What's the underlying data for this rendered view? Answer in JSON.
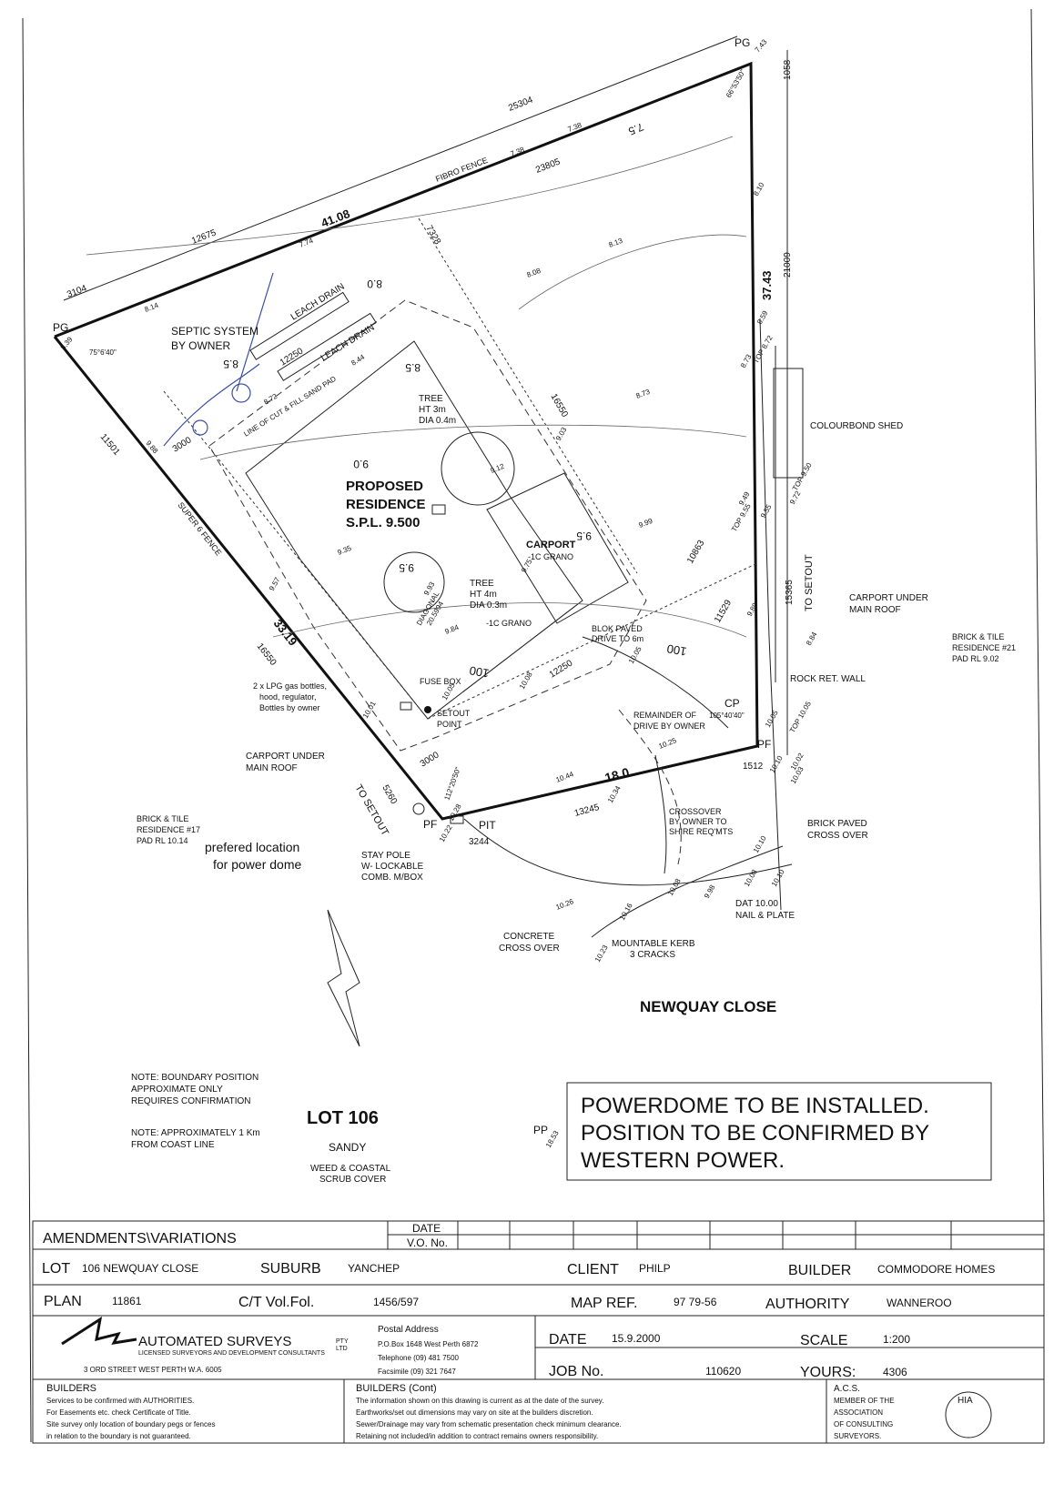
{
  "plan": {
    "labels": {
      "pg_top": "PG",
      "pg_left": "PG",
      "d_743": "7.43",
      "d_1058": "1058",
      "d_25304": "25304",
      "angle_ne": "66°53'50\"",
      "fibro_fence": "FIBRO FENCE",
      "d_738a": "7.38",
      "d_738b": "7.38",
      "d_23805": "23805",
      "c_75": "7.5",
      "d_41_08": "41.08",
      "d_774": "7.74",
      "d_12675": "12675",
      "d_7328": "7328",
      "d_3104": "3104",
      "d_814": "8.14",
      "d_839": "8.39",
      "angle_nw": "75°6'40\"",
      "c_80": "8.0",
      "leach_drain_1": "LEACH DRAIN",
      "leach_drain_2": "LEACH DRAIN",
      "septic_1": "SEPTIC SYSTEM",
      "septic_2": "BY OWNER",
      "c_85a": "8.5",
      "d_12250a": "12250",
      "c_85b": "8.5",
      "d_844": "8.44",
      "d_872": "8.72",
      "cut_fill": "LINE OF CUT & FILL SAND PAD",
      "tree1_1": "TREE",
      "tree1_2": "HT 3m",
      "tree1_3": "DIA 0.4m",
      "c_90": "9.0",
      "res_1": "PROPOSED",
      "res_2": "RESIDENCE",
      "res_3": "S.P.L. 9.500",
      "d_11501": "11501",
      "d_988": "9.88",
      "d_3000a": "3000",
      "super6": "SUPER 6 FENCE",
      "d_808": "8.08",
      "d_813": "8.13",
      "d_810": "8.10",
      "d_37_43": "37.43",
      "d_21009": "21009",
      "d_859": "8.59",
      "d_873a": "8.73",
      "top_872": "TOP 8.72",
      "d_873b": "8.73",
      "d_16550a": "16550",
      "d_903": "9.03",
      "colourbond": "COLOURBOND SHED",
      "d_912": "9.12",
      "carport_1": "CARPORT",
      "carport_2": "-1C GRANO",
      "c_95a": "9.5",
      "d_949": "9.49",
      "top_950": "TOP 9.50",
      "top_955": "TOP 9.55",
      "d_955": "9.55",
      "d_972": "9.72",
      "d_999": "9.99",
      "d_10863": "10863",
      "d_935": "9.35",
      "d_975": "9.75",
      "d_993": "9.93",
      "diagonal": "DIAGONAL",
      "d_20594": "20.5994",
      "c_95b": "9.5",
      "tree2_1": "TREE",
      "tree2_2": "HT 4m",
      "tree2_3": "DIA 0.3m",
      "grano2": "-1C GRANO",
      "d_984": "9.84",
      "blok_1": "BLOK PAVED",
      "blok_2": "DRIVE TO 6m",
      "c_100a": "100",
      "d_1005": "10.05",
      "d_11529": "11529",
      "d_989": "9.89",
      "d_15365": "15365",
      "to_setout_r": "TO SETOUT",
      "carport_um_r1": "CARPORT UNDER",
      "carport_um_r2": "MAIN ROOF",
      "bt21_1": "BRICK & TILE",
      "bt21_2": "RESIDENCE #21",
      "bt21_3": "PAD RL 9.02",
      "d_984b": "8.84",
      "rock_wall": "ROCK RET. WALL",
      "d_33_19": "33.19",
      "d_16550b": "16550",
      "d_957": "9.57",
      "lpg_1": "2 x LPG gas bottles,",
      "lpg_2": "hood, regulator,",
      "lpg_3": "Bottles by owner",
      "fusebox": "FUSE BOX",
      "d_1005b": "10.05",
      "c_100b": "100",
      "d_1008": "10.08",
      "d_12250b": "12250",
      "setout_1": "SETOUT",
      "setout_2": "POINT",
      "d_1001": "10.01",
      "remainder_1": "REMAINDER OF",
      "remainder_2": "DRIVE BY OWNER",
      "cp": "CP",
      "angle_e": "105°40'40\"",
      "d_1005c": "10.05",
      "top_1005": "TOP 10.05",
      "pf_r": "PF",
      "d_1025": "10.25",
      "carport_um_l1": "CARPORT UNDER",
      "carport_um_l2": "MAIN ROOF",
      "d_3000b": "3000",
      "d_1044": "10.44",
      "d_18_0": "18.0",
      "d_1512": "1512",
      "d_1010": "10.10",
      "d_1002": "10.02",
      "d_1003": "10.03",
      "to_setout_l": "TO SETOUT",
      "d_5260": "5260",
      "angle_s": "112°20'50\"",
      "d_1028": "10.28",
      "d_13245": "13245",
      "d_1034": "10.34",
      "pf_l": "PF",
      "pit": "PIT",
      "d_1022": "10.22",
      "d_3244": "3244",
      "crossover_1": "CROSSOVER",
      "crossover_2": "BY OWNER TO",
      "crossover_3": "SHIRE REQ'MTS",
      "bp_1": "BRICK PAVED",
      "bp_2": "CROSS OVER",
      "bt17_1": "BRICK & TILE",
      "bt17_2": "RESIDENCE #17",
      "bt17_3": "PAD RL 10.14",
      "hw_1": "prefered location",
      "hw_2": "for power dome",
      "stay_1": "STAY POLE",
      "stay_2": "W- LOCKABLE",
      "stay_3": "COMB. M/BOX",
      "d_1010b": "10.10",
      "d_1008b": "10.08",
      "d_998": "9.98",
      "d_1008c": "10.08",
      "d_1010c": "10.10",
      "dat_1": "DAT 10.00",
      "dat_2": "NAIL & PLATE",
      "d_1026": "10.26",
      "d_1016": "10.16",
      "d_1023": "10.23",
      "concrete_1": "CONCRETE",
      "concrete_2": "CROSS OVER",
      "kerb_1": "MOUNTABLE KERB",
      "kerb_2": "3 CRACKS",
      "street": "NEWQUAY   CLOSE",
      "note1_1": "NOTE: BOUNDARY POSITION",
      "note1_2": "APPROXIMATE ONLY",
      "note1_3": "REQUIRES CONFIRMATION",
      "note2_1": "NOTE: APPROXIMATELY 1 Km",
      "note2_2": "FROM COAST LINE",
      "lot106": "LOT 106",
      "sandy": "SANDY",
      "weed_1": "WEED & COASTAL",
      "weed_2": "SCRUB COVER",
      "pp": "PP",
      "d_1853": "18.53",
      "pd_1": "POWERDOME TO BE INSTALLED.",
      "pd_2": "POSITION TO BE CONFIRMED BY",
      "pd_3": "WESTERN POWER."
    }
  },
  "title_block": {
    "amend": "AMENDMENTS\\VARIATIONS",
    "date_label": "DATE",
    "vono_label": "V.O. No.",
    "lot_label": "LOT",
    "lot_value": "106 NEWQUAY CLOSE",
    "suburb_label": "SUBURB",
    "suburb_value": "YANCHEP",
    "client_label": "CLIENT",
    "client_value": "PHILP",
    "builder_label": "BUILDER",
    "builder_value": "COMMODORE HOMES",
    "plan_label": "PLAN",
    "plan_value": "11861",
    "ct_label": "C/T Vol.Fol.",
    "ct_value": "1456/597",
    "mapref_label": "MAP REF.",
    "mapref_value": "97 79-56",
    "authority_label": "AUTHORITY",
    "authority_value": "WANNEROO",
    "company_name": "AUTOMATED SURVEYS",
    "company_sub": "LICENSED SURVEYORS AND DEVELOPMENT CONSULTANTS",
    "pty": "PTY",
    "ltd": "LTD",
    "company_addr": "3 ORD STREET     WEST PERTH    W.A. 6005",
    "postal_h": "Postal Address",
    "postal_1": "P.O.Box 1648 West Perth 6872",
    "postal_2": "Telephone  (09) 481 7500",
    "postal_3": "Facsimile  (09) 321 7647",
    "date2_label": "DATE",
    "date2_value": "15.9.2000",
    "scale_label": "SCALE",
    "scale_value": "1:200",
    "jobno_label": "JOB No.",
    "jobno_value": "110620",
    "yours_label": "YOURS:",
    "yours_value": "4306",
    "builders_h": "BUILDERS",
    "builders_1": "Services to be confirmed with AUTHORITIES.",
    "builders_2": "For Easements etc. check Certificate of Title.",
    "builders_3": "Site survey only location of boundary pegs or fences",
    "builders_4": "in relation to the boundary is not guaranteed.",
    "bcont_h": "BUILDERS (Cont)",
    "bcont_1": "The information shown on this drawing is current as at the date of the survey.",
    "bcont_2": "Earthworks/set out dimensions may vary on site at the builders discretion.",
    "bcont_3": "Sewer/Drainage may vary from schematic presentation check minimum clearance.",
    "bcont_4": "Retaining not included/in addition to contract remains owners responsibility.",
    "acs_h": "A.C.S.",
    "acs_1": "MEMBER OF THE",
    "acs_2": "ASSOCIATION",
    "acs_3": "OF CONSULTING",
    "acs_4": "SURVEYORS.",
    "hia": "HIA"
  }
}
